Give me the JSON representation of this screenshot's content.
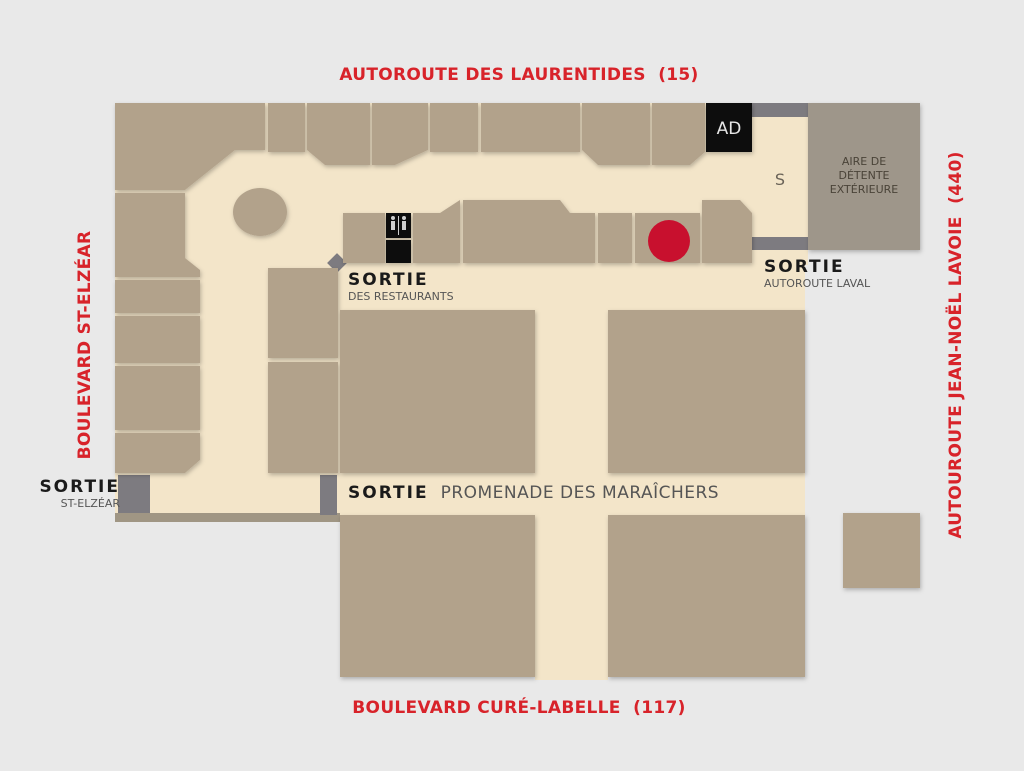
{
  "roads": {
    "north": "AUTOROUTE DES LAURENTIDES  (15)",
    "west": "BOULEVARD ST-ELZÉAR",
    "east": "AUTOUROUTE JEAN-NOËL LAVOIE  (440)",
    "south": "BOULEVARD CURÉ-LABELLE  (117)"
  },
  "exits": {
    "restaurants": {
      "title": "SORTIE",
      "sub": "DES RESTAURANTS"
    },
    "laval": {
      "title": "SORTIE",
      "sub": "AUTOROUTE LAVAL"
    },
    "elzear": {
      "title": "SORTIE",
      "sub": "ST-ELZÉAR"
    },
    "promenade": {
      "title": "SORTIE",
      "sub": "PROMENADE DES MARAÎCHERS"
    }
  },
  "places": {
    "ad": "AD",
    "s": "S",
    "rest_area": [
      "AIRE DE",
      "DÉTENTE",
      "EXTÉRIEURE"
    ]
  },
  "icons": {
    "restroom": "restroom-icon",
    "you_are_here": "location-marker-icon"
  },
  "colors": {
    "road_label": "#d8232a",
    "floor": "#f3e5c9",
    "store": "#b2a28b",
    "marker": "#c8102e",
    "exit_door": "#7d7b80"
  }
}
